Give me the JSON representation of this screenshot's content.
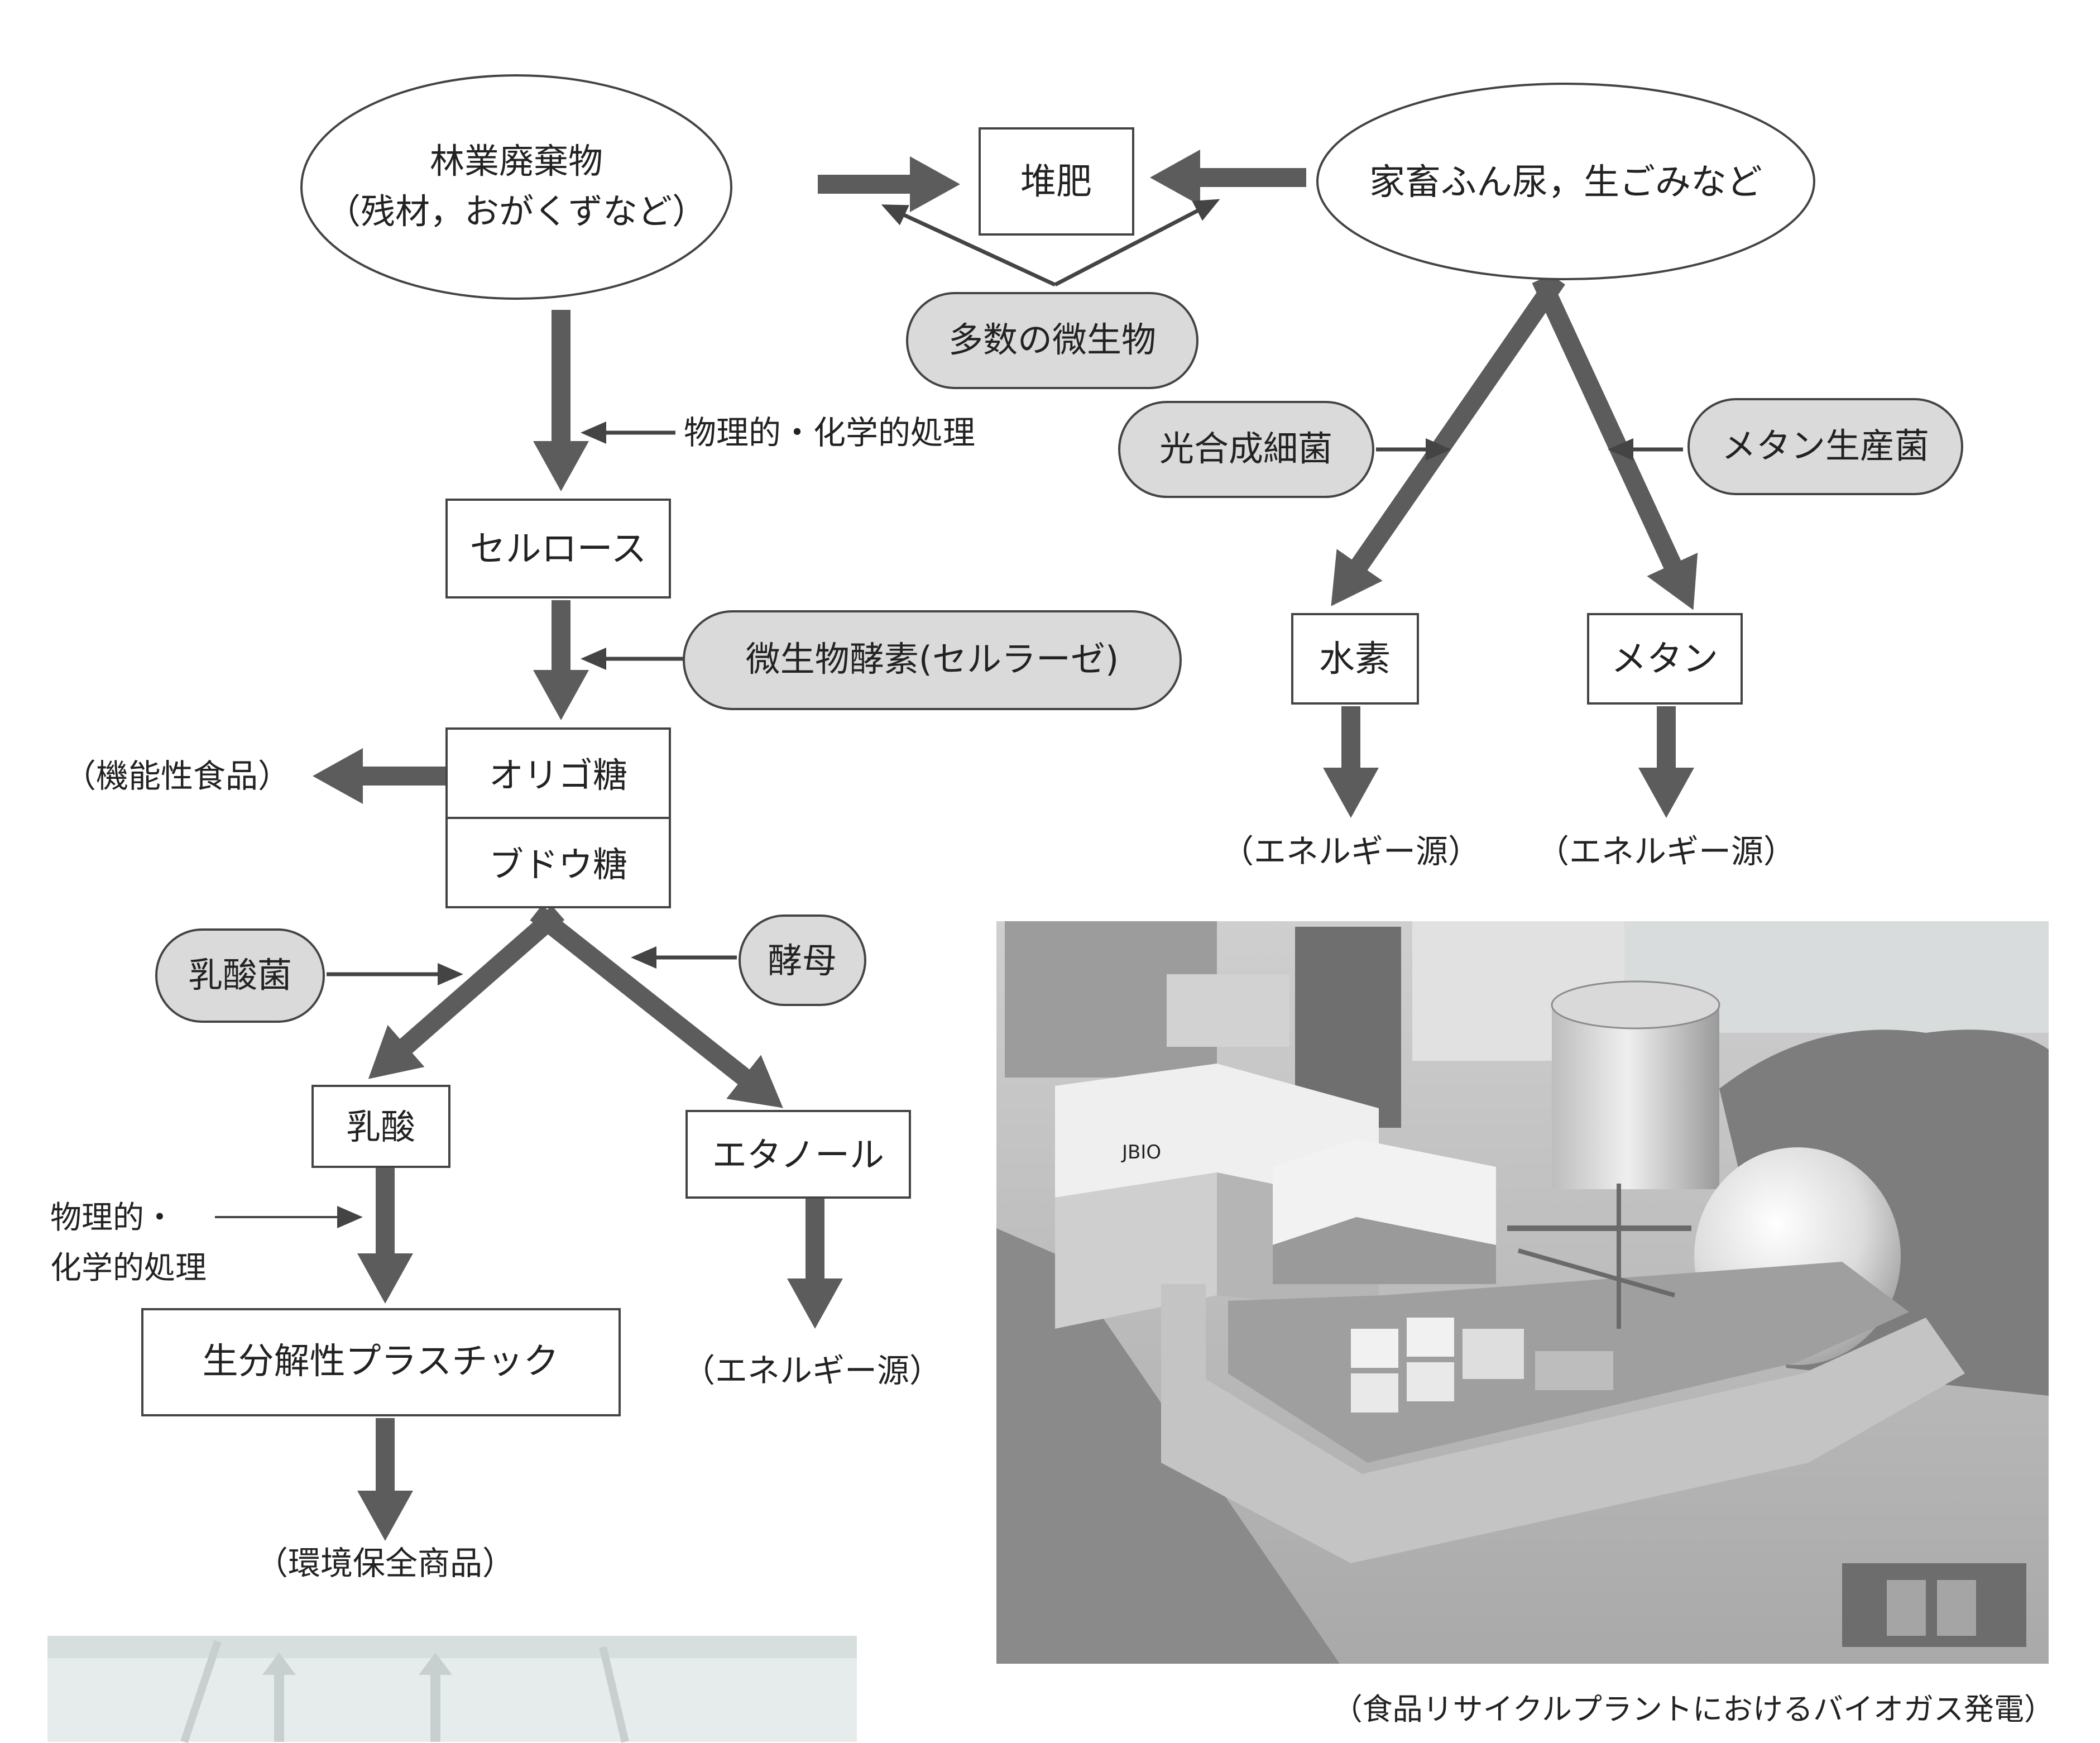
{
  "colors": {
    "arrow": "#5c5c5c",
    "pill_fill": "#dadada",
    "line": "#444444"
  },
  "nodes": {
    "forest_waste_line1": "林業廃棄物",
    "forest_waste_line2": "（残材，おがくずなど）",
    "compost": "堆肥",
    "livestock": "家畜ふん尿，生ごみなど",
    "microbes": "多数の微生物",
    "phys_chem_1": "物理的・化学的処理",
    "photo_bacteria": "光合成細菌",
    "methane_bacteria": "メタン生産菌",
    "cellulose": "セルロース",
    "enzyme": "微生物酵素(セルラーゼ)",
    "hydrogen": "水素",
    "methane": "メタン",
    "functional_food": "（機能性食品）",
    "oligosaccharide": "オリゴ糖",
    "glucose": "ブドウ糖",
    "energy_h2": "（エネルギー源）",
    "energy_ch4": "（エネルギー源）",
    "lactic_bacteria": "乳酸菌",
    "yeast": "酵母",
    "lactic_acid": "乳酸",
    "ethanol": "エタノール",
    "phys_chem_2_line1": "物理的・",
    "phys_chem_2_line2": "化学的処理",
    "bioplastic": "生分解性プラスチック",
    "energy_ethanol": "（エネルギー源）",
    "eco_products": "（環境保全商品）"
  },
  "photo": {
    "caption": "（食品リサイクルプラントにおけるバイオガス発電）",
    "sign_text": "JBIO"
  }
}
